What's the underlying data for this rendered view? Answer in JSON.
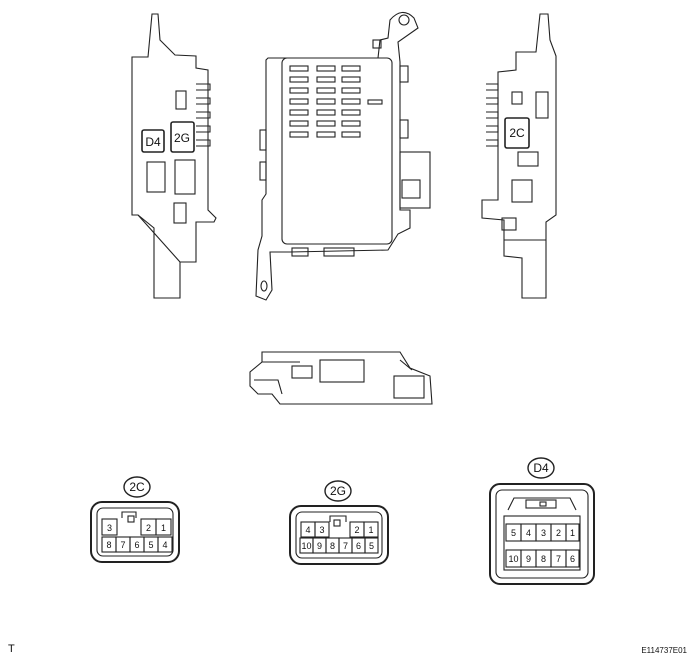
{
  "side_left": {
    "label_d4": "D4",
    "label_2g": "2G"
  },
  "side_right": {
    "label_2c": "2C"
  },
  "connectors": [
    {
      "id": "2C",
      "top_pins": [
        "3",
        "2",
        "1"
      ],
      "bottom_pins": [
        "8",
        "7",
        "6",
        "5",
        "4"
      ]
    },
    {
      "id": "2G",
      "top_pins": [
        "4",
        "3",
        "2",
        "1"
      ],
      "bottom_pins": [
        "10",
        "9",
        "8",
        "7",
        "6",
        "5"
      ]
    },
    {
      "id": "D4",
      "top_pins": [
        "5",
        "4",
        "3",
        "2",
        "1"
      ],
      "bottom_pins": [
        "10",
        "9",
        "8",
        "7",
        "6"
      ]
    }
  ],
  "footer": {
    "left_mark": "T",
    "figure_code": "E114737E01"
  }
}
